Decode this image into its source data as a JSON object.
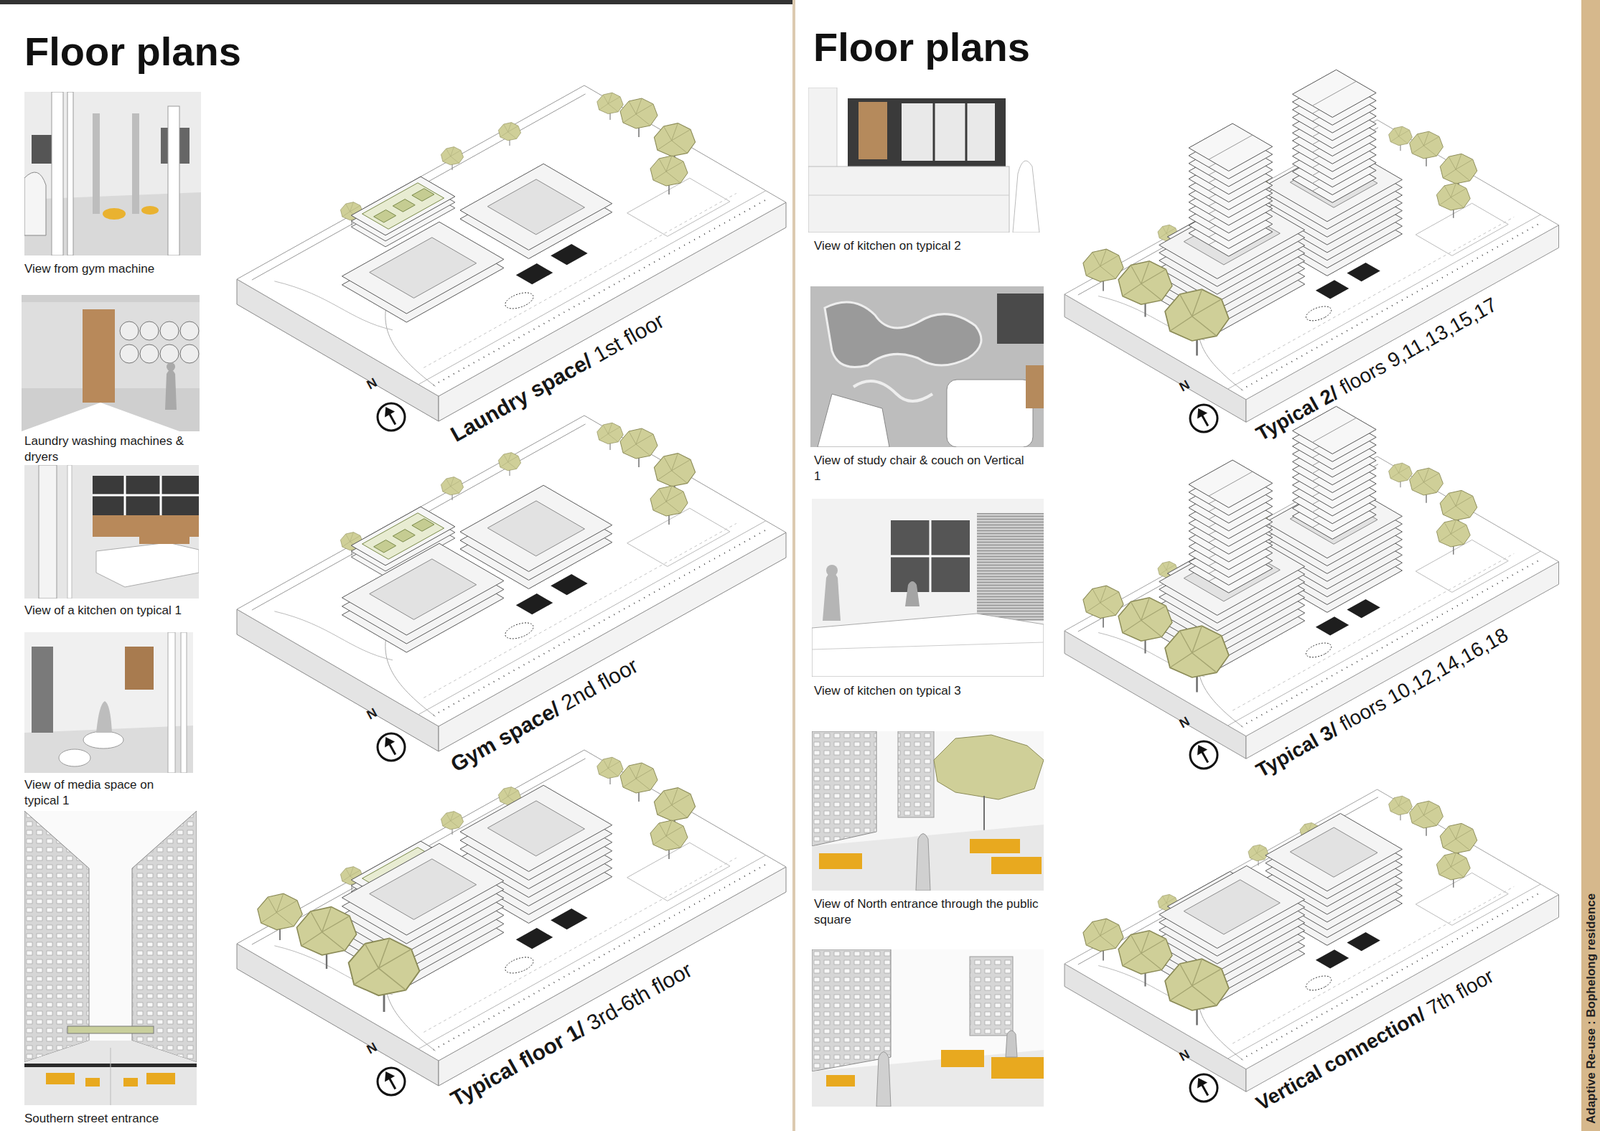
{
  "diagram": {
    "title": "Floor plans",
    "labels": [
      "View from gym machine",
      "Laundry washing machines & dryers",
      "View of a kitchen on typical 1",
      "View of media space on typical 1",
      "Southern street entrance",
      "N",
      "Laundry space/",
      "1st floor",
      "N",
      "Gym space/",
      "2nd floor",
      "N",
      "Typical floor 1/",
      "3rd-6th floor",
      "Floor plans",
      "View of kitchen on typical 2",
      "View of study chair & couch on Vertical 1",
      "View of kitchen on typical 3",
      "View of North entrance through the public square",
      "N",
      "Typical 2/",
      "floors 9,11,13,15,17",
      "N",
      "Typical 3/",
      "floors 10,12,14,16,18",
      "N",
      "Vertical connection/",
      "7th floor",
      "Adaptive Re-use : Bophelong residence"
    ]
  }
}
